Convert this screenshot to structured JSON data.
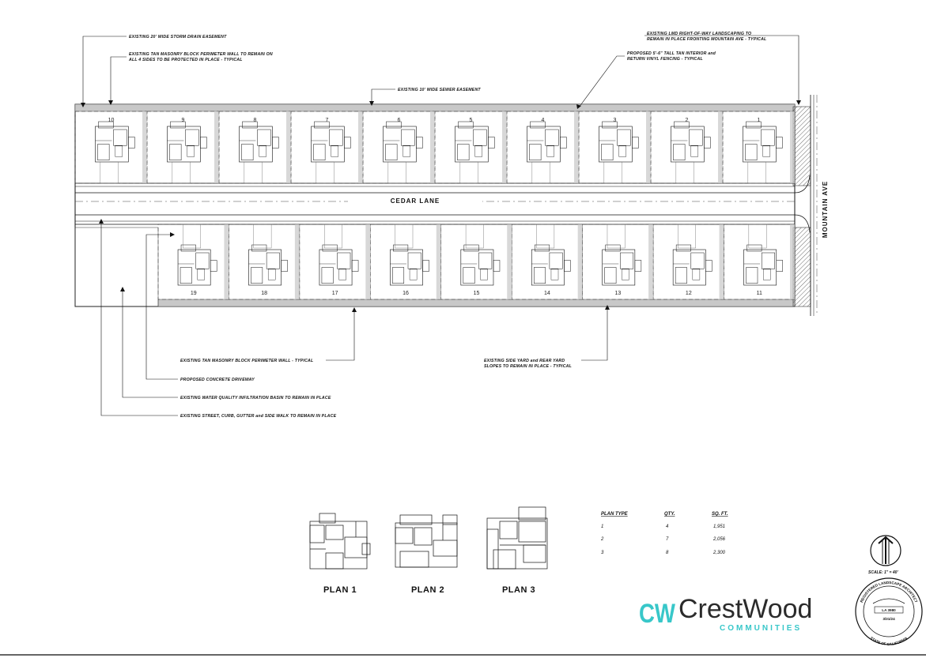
{
  "notes_top": [
    "EXISTING 20' WIDE STORM DRAIN EASEMENT",
    "EXISTING TAN MASONRY BLOCK PERIMETER WALL TO REMAIN ON",
    "ALL 4 SIDES TO BE PROTECTED IN PLACE - TYPICAL",
    "EXISTING 10' WIDE SEWER EASEMENT",
    "EXISTING LMD RIGHT-OF-WAY LANDSCAPING TO",
    "REMAIN IN PLACE FRONTING MOUNTAIN AVE - TYPICAL",
    "PROPOSED 5'-6\" TALL TAN INTERIOR and",
    "RETURN VINYL FENCING - TYPICAL"
  ],
  "notes_bottom": [
    "EXISTING TAN MASONRY BLOCK PERIMETER WALL - TYPICAL",
    "PROPOSED CONCRETE DRIVEWAY",
    "EXISTING WATER QUALITY INFILTRATION BASIN TO REMAIN IN PLACE",
    "EXISTING STREET, CURB, GUTTER and SIDE WALK TO REMAIN IN PLACE",
    "EXISTING SIDE YARD and REAR YARD",
    "SLOPES TO REMAIN IN PLACE - TYPICAL"
  ],
  "streets": {
    "main": "CEDAR LANE",
    "side": "MOUNTAIN AVE"
  },
  "lots_north": [
    "10",
    "9",
    "8",
    "7",
    "6",
    "5",
    "4",
    "3",
    "2",
    "1"
  ],
  "lots_south": [
    "19",
    "18",
    "17",
    "16",
    "15",
    "14",
    "13",
    "12",
    "11"
  ],
  "plans": [
    "PLAN 1",
    "PLAN 2",
    "PLAN 3"
  ],
  "plan_table": {
    "headers": [
      "PLAN TYPE",
      "QTY.",
      "SQ. FT."
    ],
    "rows": [
      [
        "1",
        "4",
        "1,951"
      ],
      [
        "2",
        "7",
        "2,056"
      ],
      [
        "3",
        "8",
        "2,300"
      ]
    ]
  },
  "scale": "SCALE: 1\" = 40'",
  "logo": {
    "initials": "CW",
    "name": "CrestWood",
    "sub": "COMMUNITIES"
  },
  "seal": {
    "top": "REGISTERED LANDSCAPE ARCHITECT",
    "license": "LA 3980",
    "date": "3/31/24",
    "bottom": "STATE OF CALIFORNIA"
  },
  "colors": {
    "ink": "#111111",
    "wall": "#c8c8c8",
    "accent": "#38c7c9",
    "logo_green": "#6cc04a"
  }
}
